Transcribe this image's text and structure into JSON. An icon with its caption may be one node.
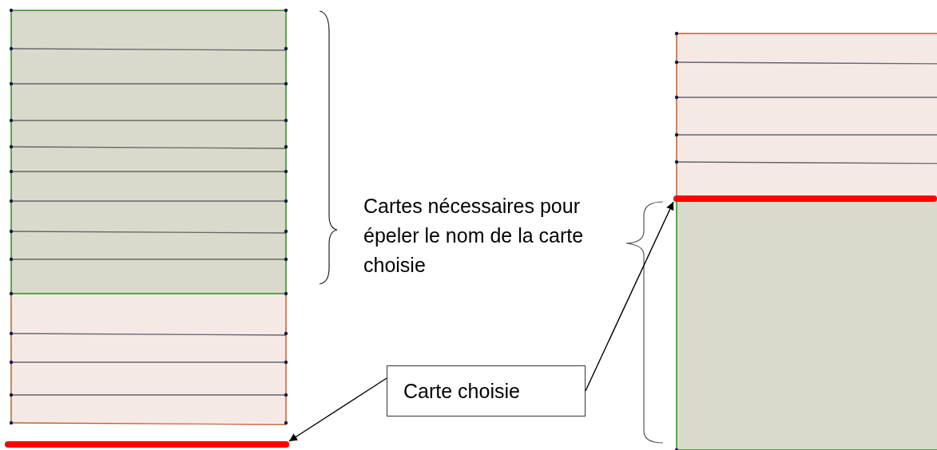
{
  "diagram": {
    "nodes": [
      {
        "text": [
          "Carte choisie"
        ]
      },
      {
        "text": [],
        "shape": "bar"
      },
      {
        "text": [],
        "shape": "bar"
      }
    ],
    "edges": [
      {
        "from": 0,
        "to": 1,
        "arrow": "to"
      },
      {
        "from": 0,
        "to": 2,
        "arrow": "to"
      }
    ],
    "labels": [
      "Cartes nécessaires pour épeler le nom de la carte choisie"
    ]
  }
}
